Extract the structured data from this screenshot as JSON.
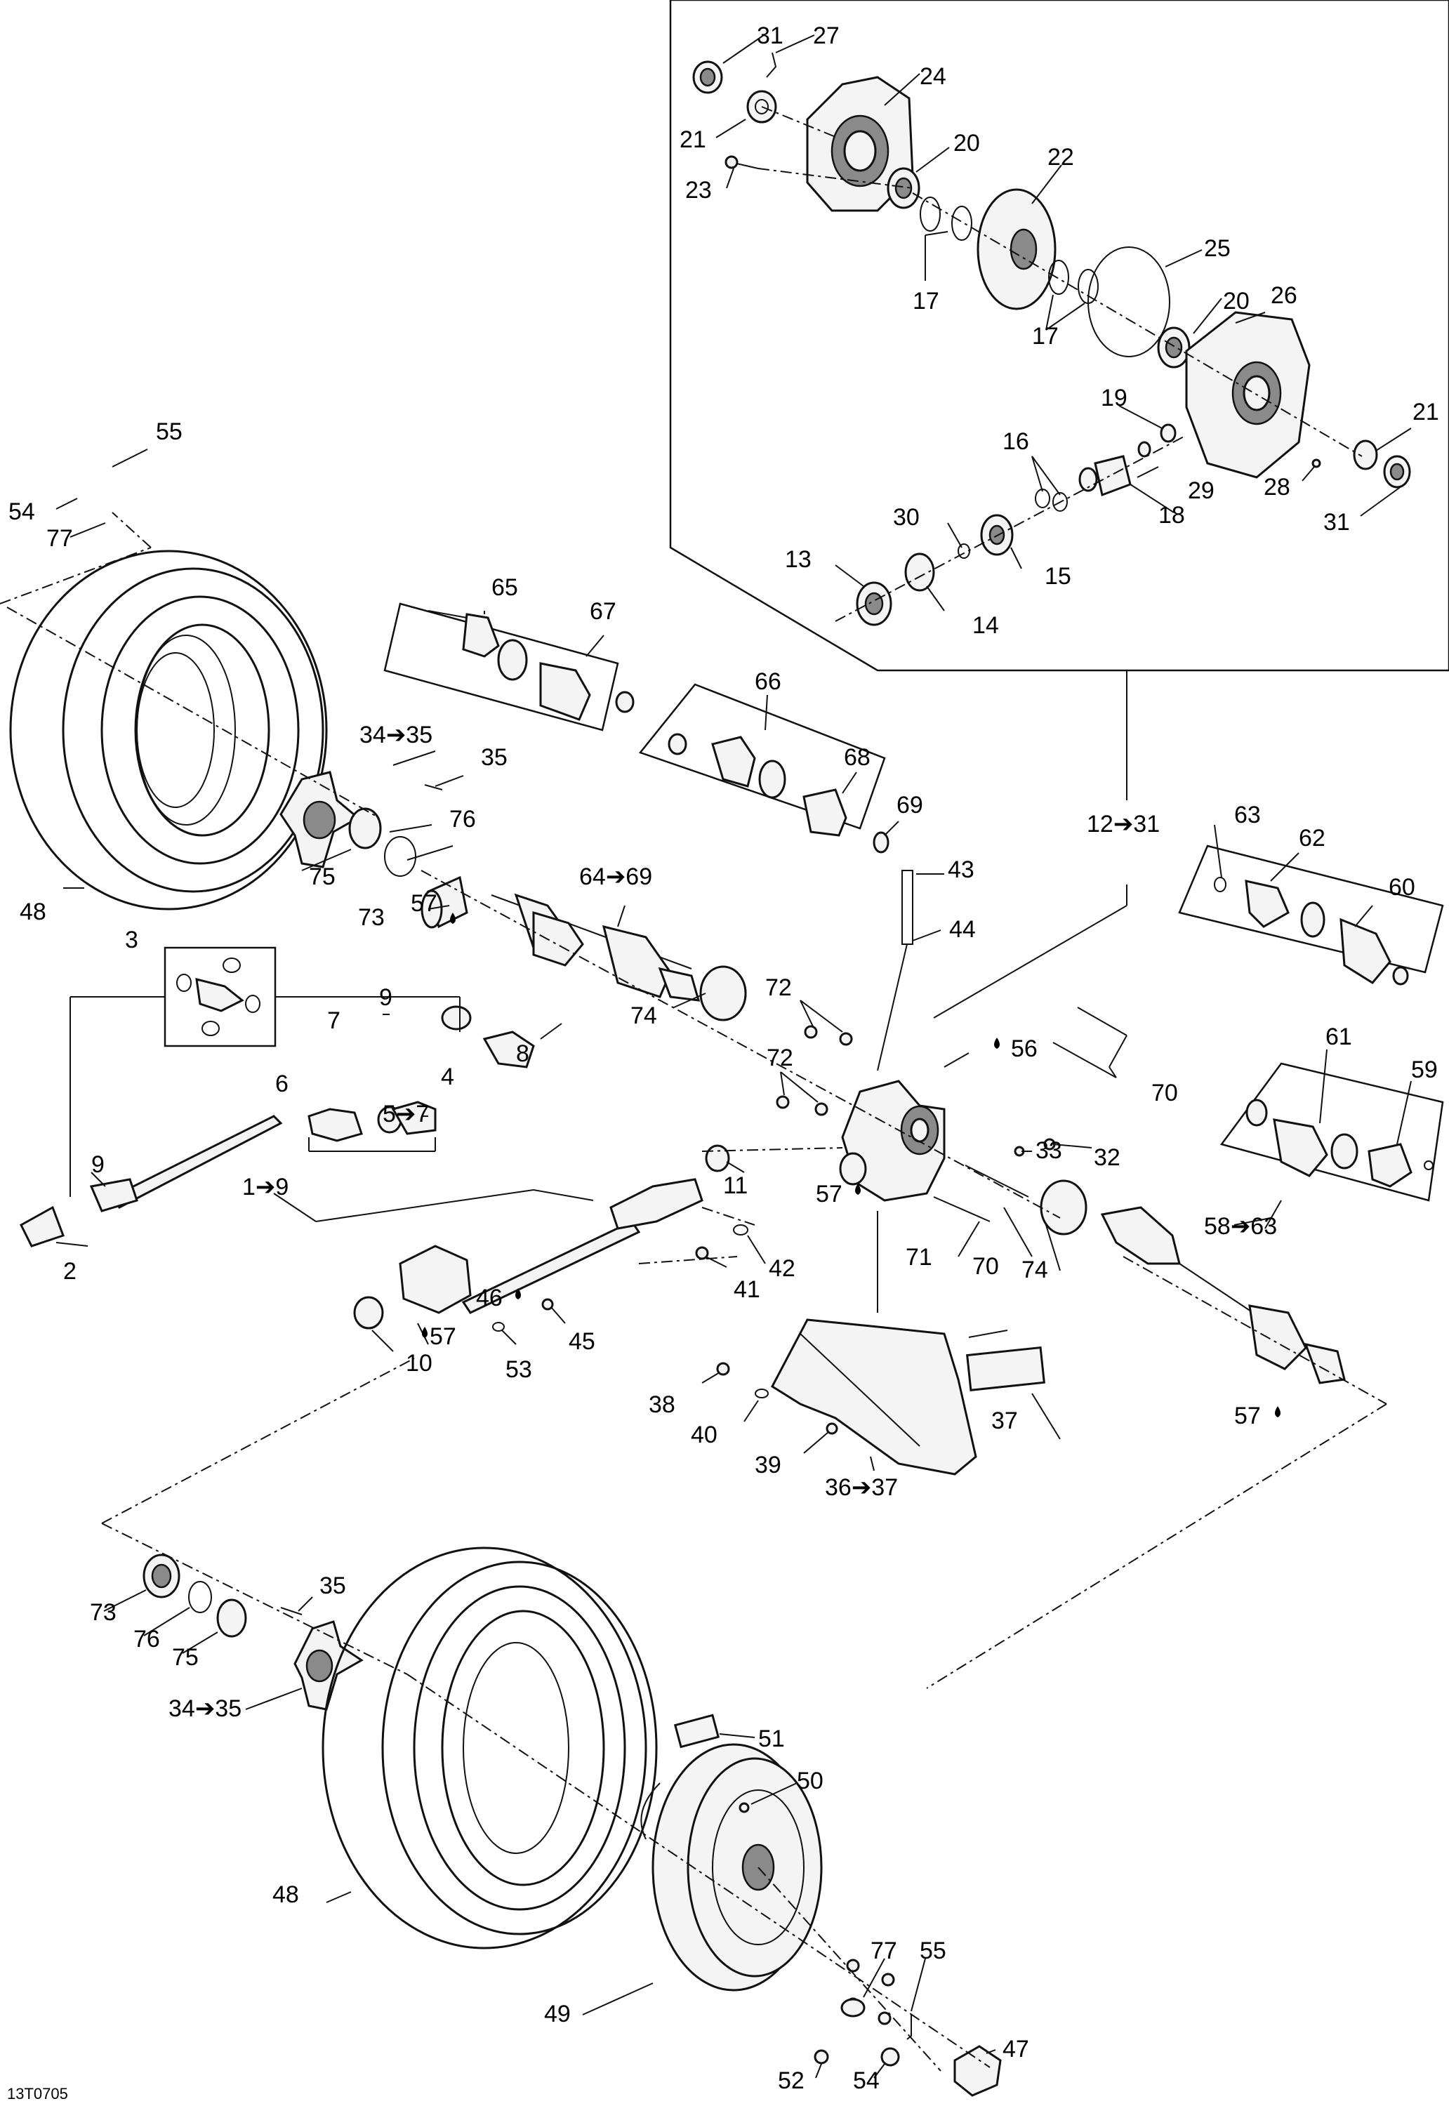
{
  "diagram": {
    "reference_code": "13T0705",
    "oil_symbol": "drop-icon",
    "labels": {
      "p1_9": "1➔9",
      "p2": "2",
      "p3": "3",
      "p4": "4",
      "p5_7": "5➔7",
      "p6": "6",
      "p7": "7",
      "p8": "8",
      "p9a": "9",
      "p9b": "9",
      "p10": "10",
      "p11": "11",
      "p12_31": "12➔31",
      "p13": "13",
      "p14": "14",
      "p15": "15",
      "p16": "16",
      "p17a": "17",
      "p17b": "17",
      "p18": "18",
      "p19": "19",
      "p20a": "20",
      "p20b": "20",
      "p21a": "21",
      "p21b": "21",
      "p22": "22",
      "p23": "23",
      "p24": "24",
      "p25": "25",
      "p26": "26",
      "p27": "27",
      "p28": "28",
      "p29": "29",
      "p30": "30",
      "p31a": "31",
      "p31b": "31",
      "p32": "32",
      "p33": "33",
      "p34_35a": "34➔35",
      "p34_35b": "34➔35",
      "p35a": "35",
      "p35b": "35",
      "p36_37": "36➔37",
      "p37": "37",
      "p38": "38",
      "p39": "39",
      "p40": "40",
      "p41": "41",
      "p42": "42",
      "p43": "43",
      "p44": "44",
      "p45": "45",
      "p46": "46",
      "p47": "47",
      "p48a": "48",
      "p48b": "48",
      "p49": "49",
      "p50": "50",
      "p51": "51",
      "p52": "52",
      "p53": "53",
      "p54a": "54",
      "p54b": "54",
      "p55a": "55",
      "p55b": "55",
      "p56": "56",
      "p57a": "57",
      "p57b": "57",
      "p57c": "57",
      "p57d": "57",
      "p58_63": "58➔63",
      "p59": "59",
      "p60": "60",
      "p61": "61",
      "p62": "62",
      "p63": "63",
      "p64_69": "64➔69",
      "p65": "65",
      "p66": "66",
      "p67": "67",
      "p68": "68",
      "p69": "69",
      "p70a": "70",
      "p70b": "70",
      "p71": "71",
      "p72a": "72",
      "p72b": "72",
      "p73a": "73",
      "p73b": "73",
      "p74a": "74",
      "p74b": "74",
      "p75a": "75",
      "p75b": "75",
      "p76a": "76",
      "p76b": "76",
      "p77a": "77",
      "p77b": "77"
    }
  }
}
